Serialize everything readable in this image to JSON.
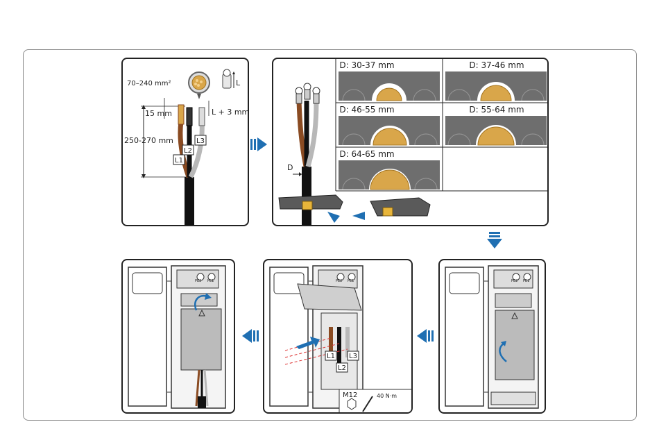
{
  "prep": {
    "area": "70–240 mm²",
    "strip": "15 mm",
    "length": "250-270 mm",
    "lug_len": "L",
    "lug_plus": "L + 3 mm",
    "wires": [
      "L1",
      "L2",
      "L3"
    ]
  },
  "diameter": {
    "label": "D",
    "options": [
      "D: 30-37 mm",
      "D: 37-46 mm",
      "D: 46-55 mm",
      "D: 55-64 mm",
      "D: 64-65 mm"
    ]
  },
  "install": {
    "wires": [
      "L1",
      "L2",
      "L3"
    ],
    "bolt": "M12",
    "torque": "40 N·m",
    "terminal_marks": [
      "PE2",
      "PE1"
    ]
  },
  "colors": {
    "arrow": "#1f6fb2",
    "brown": "#8a4b22",
    "grey": "#b8b8b8",
    "gland": "#6e6e6e",
    "copper": "#d9a64a"
  }
}
